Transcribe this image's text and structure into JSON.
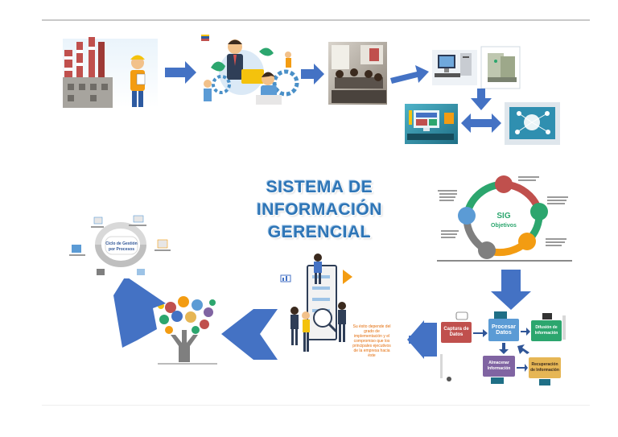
{
  "diagram": {
    "title_line1": "SISTEMA DE INFORMACIÓN",
    "title_line2": "GERENCIAL",
    "sig_center_line1": "SIG",
    "sig_center_line2": "Objetivos",
    "cycle_label_line1": "Ciclo de Gestión",
    "cycle_label_line2": "por Procesos",
    "flow_nodes": {
      "capture": "Captura de Datos",
      "process": "Procesar Datos",
      "diffusion": "Difusión de Información",
      "storage": "Almacenar Información",
      "retrieval": "Recuperación de Información"
    },
    "side_caption": "Su éxito depende del grado de implementación y el compromiso que los principales ejecutivos de la empresa hacia éste",
    "colors": {
      "arrow": "#4472c4",
      "arrow_dark": "#2f5597",
      "title": "#2e75b6",
      "caption": "#e36c09"
    }
  }
}
